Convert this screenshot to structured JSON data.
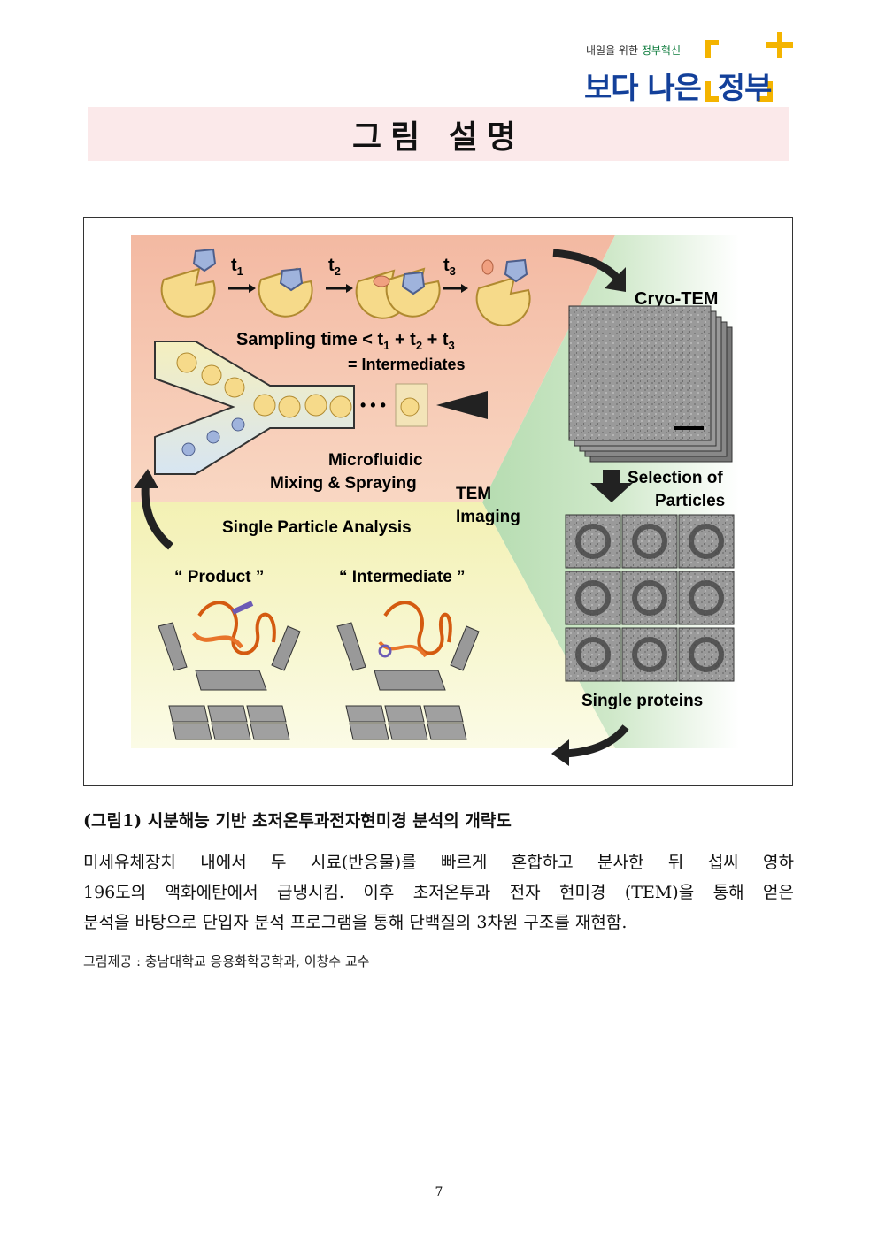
{
  "logo": {
    "tagline_prefix": "내일을 위한 ",
    "tagline_highlight": "정부혁신",
    "main_left": "보다 나은 ",
    "main_right": "정부"
  },
  "header": {
    "title": "그림 설명"
  },
  "figure": {
    "timeline": [
      "t1",
      "t2",
      "t3"
    ],
    "sampling_text": "Sampling time < t1 + t2 + t3",
    "intermediates": "= Intermediates",
    "microfluidic_1": "Microfluidic",
    "microfluidic_2": "Mixing & Spraying",
    "cryo_tem": "Cryo-TEM",
    "tem_imaging_1": "TEM",
    "tem_imaging_2": "Imaging",
    "selection_1": "Selection of",
    "selection_2": "Particles",
    "spa": "Single Particle Analysis",
    "product": "“ Product ”",
    "intermediate": "“ Intermediate ”",
    "single_proteins": "Single proteins",
    "dots": "• • •",
    "colors": {
      "salmon": "#f3b9a2",
      "green": "#cfe8c9",
      "yellow": "#f2f1b8",
      "protein_yellow": "#f6da8a",
      "protein_blue": "#9fb3dc"
    }
  },
  "caption": "(그림1) 시분해능 기반 초저온투과전자현미경 분석의 개략도",
  "body": [
    "미세유체장치 내에서 두 시료(반응물)를 빠르게 혼합하고 분사한 뒤 섭씨 영하",
    "196도의 액화에탄에서 급냉시킴. 이후 초저온투과 전자 현미경 (TEM)을 통해 얻은",
    "분석을 바탕으로 단입자 분석 프로그램을 통해 단백질의 3차원 구조를 재현함."
  ],
  "credit": "그림제공 : 충남대학교 응용화학공학과, 이창수 교수",
  "page_number": "7"
}
